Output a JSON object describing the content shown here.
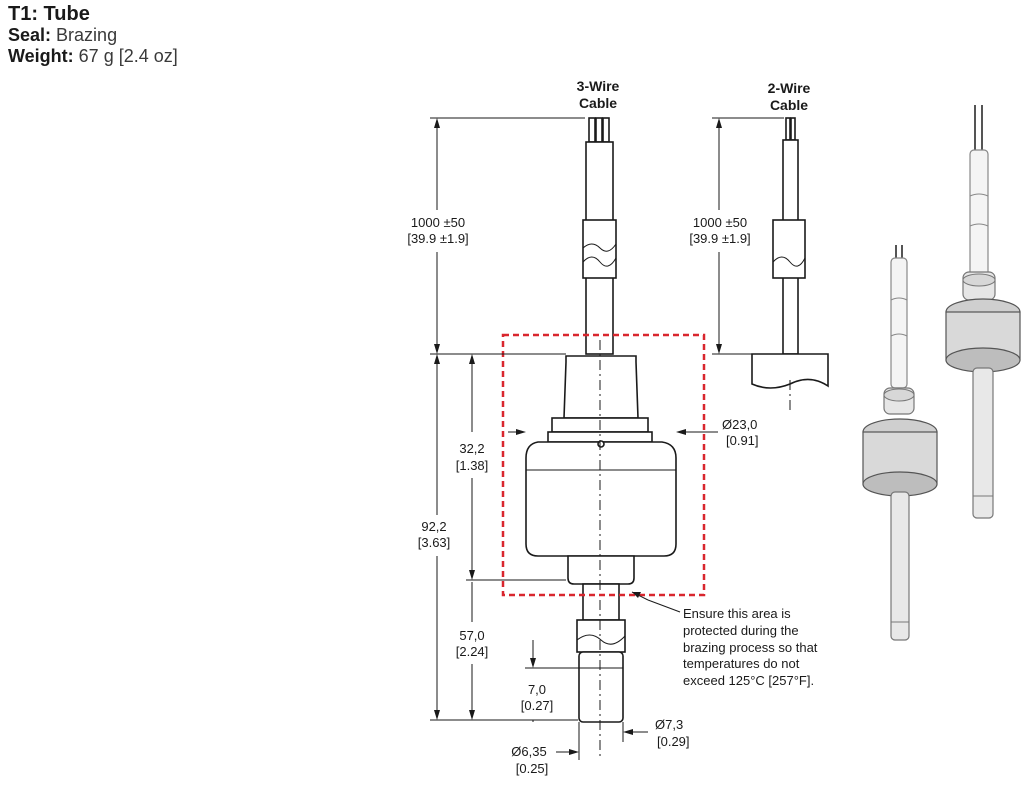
{
  "header": {
    "title": "T1: Tube",
    "seal_label": "Seal:",
    "seal_value": "Brazing",
    "weight_label": "Weight:",
    "weight_value": "67 g [2.4 oz]"
  },
  "callouts": {
    "three_wire_line1": "3-Wire",
    "three_wire_line2": "Cable",
    "two_wire_line1": "2-Wire",
    "two_wire_line2": "Cable"
  },
  "dimensions": {
    "cable_len_3w_mm": "1000 ±50",
    "cable_len_3w_in": "[39.9 ±1.9]",
    "cable_len_2w_mm": "1000 ±50",
    "cable_len_2w_in": "[39.9 ±1.9]",
    "dia_body_mm": "Ø23,0",
    "dia_body_in": "[0.91]",
    "body_h_mm": "32,2",
    "body_h_in": "[1.38]",
    "total_h_mm": "92,2",
    "total_h_in": "[3.63]",
    "tube_len_mm": "57,0",
    "tube_len_in": "[2.24]",
    "tip_len_mm": "7,0",
    "tip_len_in": "[0.27]",
    "tube_dia_mm": "Ø7,3",
    "tube_dia_in": "[0.29]",
    "tip_dia_mm": "Ø6,35",
    "tip_dia_in": "[0.25]"
  },
  "note": {
    "line1": "Ensure this area is",
    "line2": "protected during the",
    "line3": "brazing process so that",
    "line4": "temperatures do not",
    "line5": "exceed 125°C [257°F]."
  },
  "colors": {
    "line": "#1a1a1a",
    "protect_box": "#d9262e"
  }
}
